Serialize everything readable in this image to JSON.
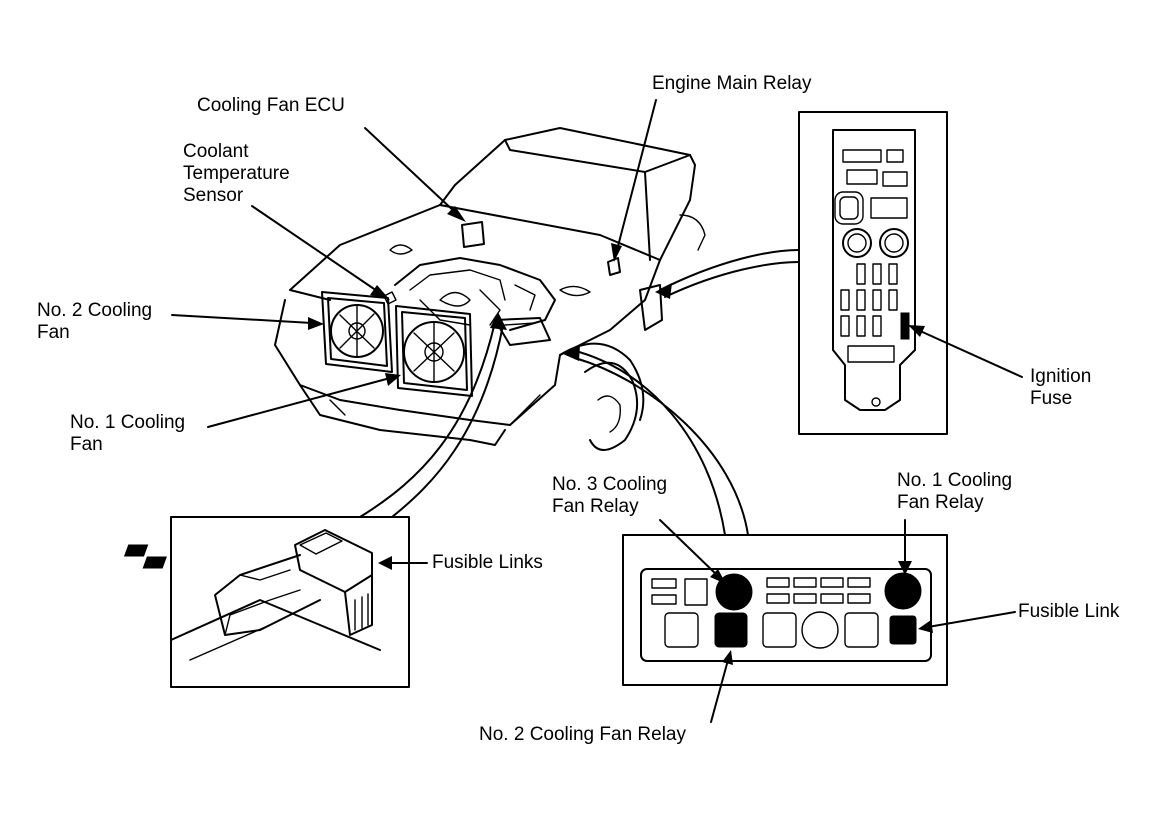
{
  "labels": {
    "cooling_fan_ecu": "Cooling Fan ECU",
    "coolant_sensor": [
      "Coolant",
      "Temperature",
      "Sensor"
    ],
    "engine_main_relay": "Engine Main Relay",
    "no2_cooling_fan": [
      "No. 2 Cooling",
      "Fan"
    ],
    "no1_cooling_fan": [
      "No. 1 Cooling",
      "Fan"
    ],
    "ignition_fuse": [
      "Ignition",
      "Fuse"
    ],
    "fusible_links": "Fusible Links",
    "no3_relay": [
      "No. 3 Cooling",
      "Fan Relay"
    ],
    "no1_relay": [
      "No. 1 Cooling",
      "Fan Relay"
    ],
    "fusible_link": "Fusible Link",
    "no2_relay": "No. 2 Cooling Fan Relay"
  }
}
